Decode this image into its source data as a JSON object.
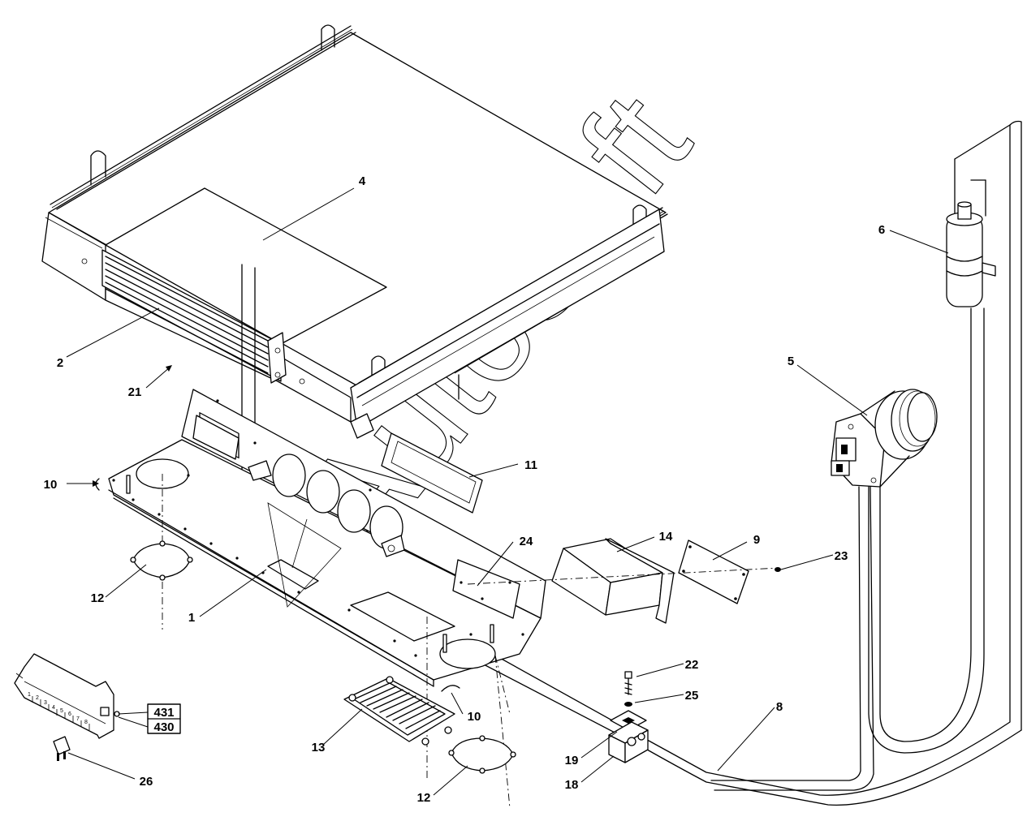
{
  "watermark": "AutoSoft",
  "labels": [
    {
      "id": "p1",
      "text": "1"
    },
    {
      "id": "p2",
      "text": "2"
    },
    {
      "id": "p4",
      "text": "4"
    },
    {
      "id": "p5",
      "text": "5"
    },
    {
      "id": "p6",
      "text": "6"
    },
    {
      "id": "p8",
      "text": "8"
    },
    {
      "id": "p9",
      "text": "9"
    },
    {
      "id": "p10a",
      "text": "10"
    },
    {
      "id": "p10b",
      "text": "10"
    },
    {
      "id": "p11",
      "text": "11"
    },
    {
      "id": "p12a",
      "text": "12"
    },
    {
      "id": "p12b",
      "text": "12"
    },
    {
      "id": "p13",
      "text": "13"
    },
    {
      "id": "p14",
      "text": "14"
    },
    {
      "id": "p18",
      "text": "18"
    },
    {
      "id": "p19",
      "text": "19"
    },
    {
      "id": "p21",
      "text": "21"
    },
    {
      "id": "p22",
      "text": "22"
    },
    {
      "id": "p23",
      "text": "23"
    },
    {
      "id": "p24",
      "text": "24"
    },
    {
      "id": "p25",
      "text": "25"
    },
    {
      "id": "p26",
      "text": "26"
    }
  ],
  "ref_box": {
    "top": "431",
    "bottom": "430"
  },
  "fuse_numbers": [
    "1",
    "2",
    "3",
    "4",
    "5",
    "6",
    "7",
    "8"
  ]
}
